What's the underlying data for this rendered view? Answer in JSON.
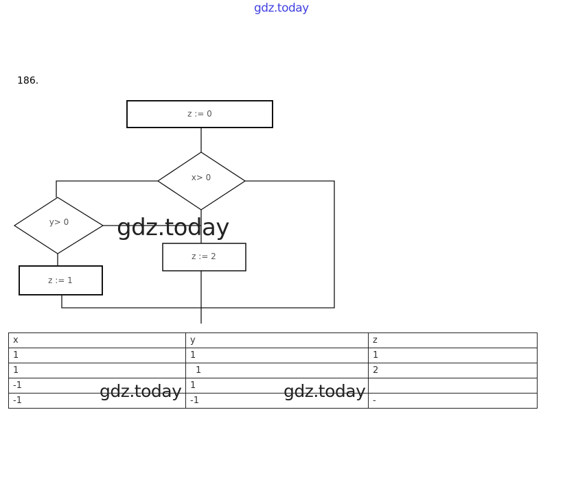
{
  "watermark_top": "gdz.today",
  "task_number": "186.",
  "flowchart": {
    "init": "z := 0",
    "cond_x": "x> 0",
    "cond_y": "y> 0",
    "assign_1": "z := 1",
    "assign_2": "z := 2"
  },
  "watermarks": [
    "gdz.today",
    "gdz.today",
    "gdz.today"
  ],
  "table": {
    "headers": [
      "x",
      "y",
      "z"
    ],
    "rows": [
      [
        "1",
        "1",
        "1"
      ],
      [
        "1",
        "1",
        "2"
      ],
      [
        "-1",
        "1",
        ""
      ],
      [
        "-1",
        "-1",
        "-"
      ]
    ]
  }
}
